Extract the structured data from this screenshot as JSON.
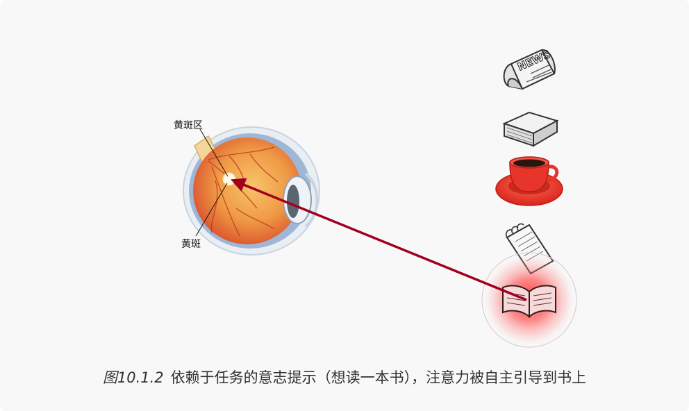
{
  "labels": {
    "macula_region": "黄斑区",
    "macula": "黄斑"
  },
  "newspaper_text": "NEWS",
  "caption": {
    "figure_number": "图10.1.2",
    "text": "依赖于任务的意志提示（想读一本书），注意力被自主引导到书上"
  },
  "colors": {
    "arrow": "#a0001e",
    "attention_glow": "#ff1a1a",
    "cup_red": "#e8352c"
  },
  "icons": [
    "newspaper-icon",
    "closed-book-icon",
    "coffee-cup-icon",
    "notepad-icon",
    "open-book-icon"
  ]
}
